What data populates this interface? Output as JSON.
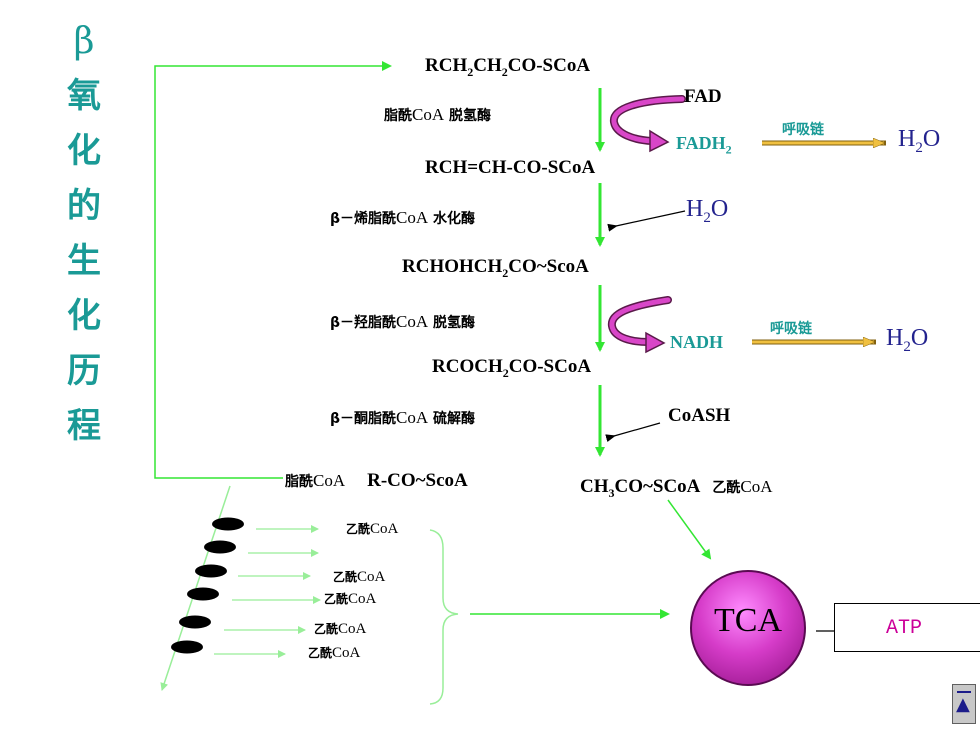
{
  "title_chars": [
    "β",
    "氧",
    "化",
    "的",
    "生",
    "化",
    "历",
    "程"
  ],
  "compounds": {
    "c1_a": "RCH",
    "c1_b": "2",
    "c1_c": "CH",
    "c1_d": "2",
    "c1_e": "CO-SCoA",
    "c2": "RCH=CH-CO-SCoA",
    "c3_a": "RCHOHCH",
    "c3_b": "2",
    "c3_c": "CO~ScoA",
    "c4_a": "RCOCH",
    "c4_b": "2",
    "c4_c": "CO-SCoA",
    "acyl_cn": "脂酰",
    "acyl_en": "CoA",
    "acyl_formula": "R-CO~ScoA",
    "acetyl_a": "CH",
    "acetyl_b": "3",
    "acetyl_c": "CO~SCoA",
    "acetyl_cn": "乙酰",
    "acetyl_en": "CoA"
  },
  "enzymes": {
    "e1_a": "脂酰",
    "e1_b": "CoA",
    "e1_c": " 脱氢酶",
    "e2_a": "β－烯脂酰",
    "e2_b": "CoA",
    "e2_c": " 水化酶",
    "e3_a": "β－羟脂酰",
    "e3_b": "CoA",
    "e3_c": " 脱氢酶",
    "e4_a": "β－酮脂酰",
    "e4_b": "CoA",
    "e4_c": " 硫解酶"
  },
  "cofactors": {
    "fad": "FAD",
    "fadh": "FADH",
    "fadh_sub": "2",
    "nadh": "NADH",
    "coash": "CoASH",
    "water_in_a": "H",
    "water_in_b": "2",
    "water_in_c": "O",
    "resp1": "呼吸链",
    "resp2": "呼吸链",
    "water1_a": "H",
    "water1_b": "2",
    "water1_c": "O",
    "water2_a": "H",
    "water2_b": "2",
    "water2_c": "O"
  },
  "acetyl_list": [
    {
      "cn": "乙酰",
      "en": "CoA"
    },
    {
      "cn": "乙酰",
      "en": "CoA"
    },
    {
      "cn": "乙酰",
      "en": "CoA"
    },
    {
      "cn": "乙酰",
      "en": "CoA"
    },
    {
      "cn": "乙酰",
      "en": "CoA"
    }
  ],
  "tca": "TCA",
  "atp": "ATP",
  "colors": {
    "title": "#1a9a96",
    "green_arrow": "#33e633",
    "light_green": "#99ee99",
    "purple": "#cc0099",
    "yellow_arrow": "#f0c040",
    "water": "#23238e"
  },
  "icons": {
    "nav": "return-to-top-icon"
  }
}
